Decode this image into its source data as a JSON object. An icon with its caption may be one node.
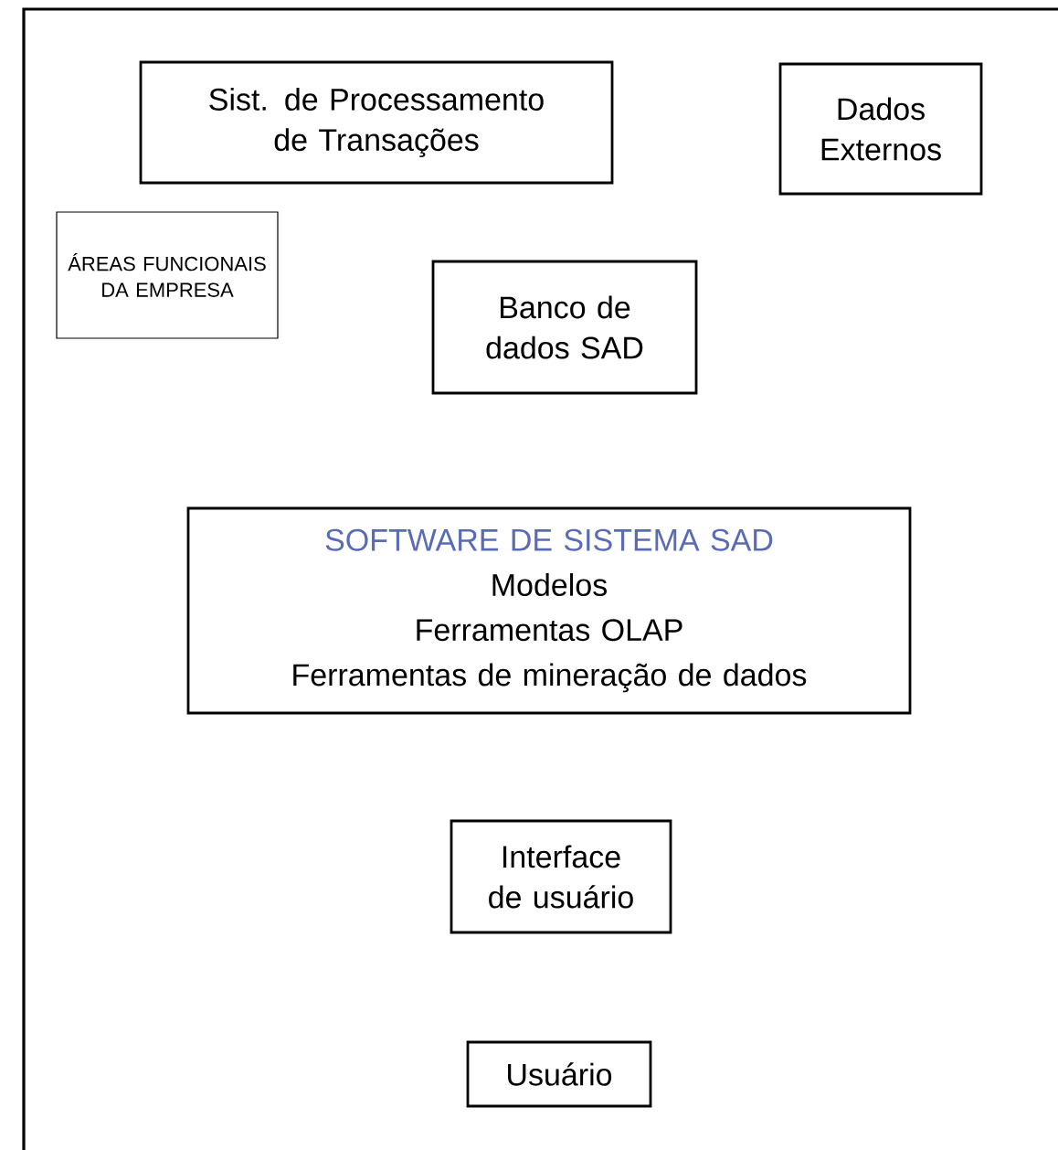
{
  "diagram": {
    "nodes": [
      {
        "text": [
          "Sist. de Processamento de Transações"
        ]
      },
      {
        "text": [
          "Dados Externos"
        ]
      },
      {
        "text": [
          "ÁREAS FUNCIONAIS DA EMPRESA"
        ]
      },
      {
        "text": [
          "Banco de dados SAD"
        ]
      },
      {
        "text": [
          "SOFTWARE DE SISTEMA SAD",
          "Modelos",
          "Ferramentas OLAP",
          "Ferramentas de mineração de dados"
        ]
      },
      {
        "text": [
          "Interface de usuário"
        ]
      },
      {
        "text": [
          "Usuário"
        ]
      }
    ]
  }
}
